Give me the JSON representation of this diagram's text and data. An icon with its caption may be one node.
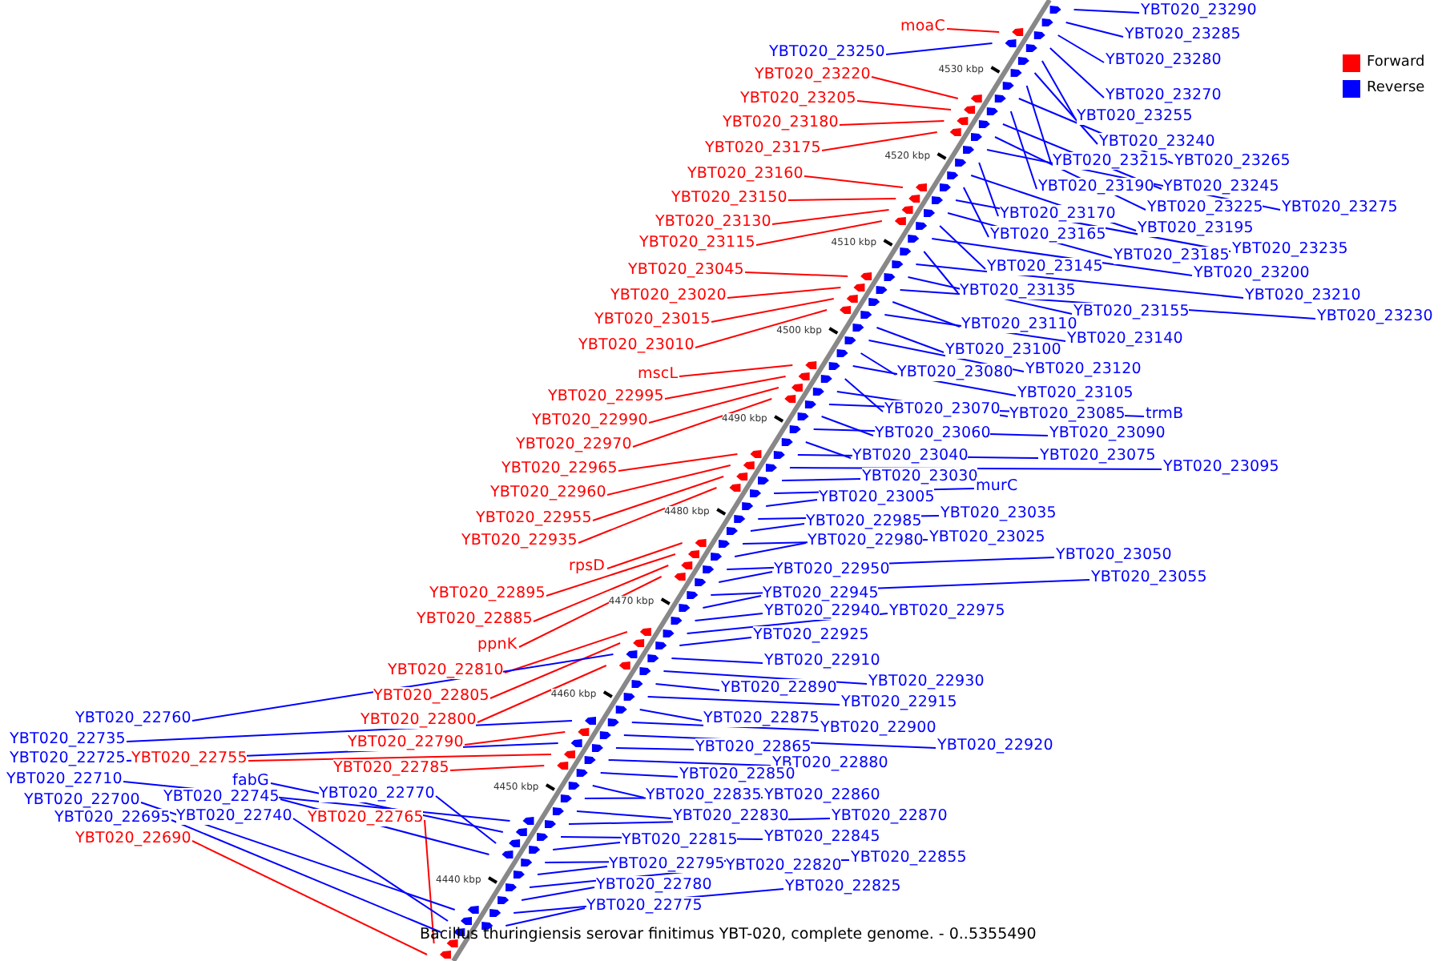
{
  "diagram": {
    "caption": "Bacillus thuringiensis serovar finitimus YBT-020, complete genome. - 0..5355490",
    "nodes": [
      {
        "text": [
          "moaC"
        ]
      },
      {
        "text": [
          "YBT020_23250"
        ]
      },
      {
        "text": [
          "YBT020_23220"
        ]
      },
      {
        "text": [
          "YBT020_23205"
        ]
      },
      {
        "text": [
          "YBT020_23180"
        ]
      },
      {
        "text": [
          "YBT020_23175"
        ]
      },
      {
        "text": [
          "YBT020_23160"
        ]
      },
      {
        "text": [
          "YBT020_23150"
        ]
      },
      {
        "text": [
          "YBT020_23130"
        ]
      },
      {
        "text": [
          "YBT020_23115"
        ]
      },
      {
        "text": [
          "YBT020_23045"
        ]
      },
      {
        "text": [
          "YBT020_23020"
        ]
      },
      {
        "text": [
          "YBT020_23015"
        ]
      },
      {
        "text": [
          "YBT020_23010"
        ]
      },
      {
        "text": [
          "mscL"
        ]
      },
      {
        "text": [
          "YBT020_22995"
        ]
      },
      {
        "text": [
          "YBT020_22990"
        ]
      },
      {
        "text": [
          "YBT020_22970"
        ]
      },
      {
        "text": [
          "YBT020_22965"
        ]
      },
      {
        "text": [
          "YBT020_22960"
        ]
      },
      {
        "text": [
          "YBT020_22955"
        ]
      },
      {
        "text": [
          "YBT020_22935"
        ]
      },
      {
        "text": [
          "rpsD"
        ]
      },
      {
        "text": [
          "YBT020_22895"
        ]
      },
      {
        "text": [
          "YBT020_22885"
        ]
      },
      {
        "text": [
          "ppnK"
        ]
      },
      {
        "text": [
          "YBT020_22810"
        ]
      },
      {
        "text": [
          "YBT020_22805"
        ]
      },
      {
        "text": [
          "YBT020_22800"
        ]
      },
      {
        "text": [
          "YBT020_22790"
        ]
      },
      {
        "text": [
          "YBT020_22785"
        ]
      },
      {
        "text": [
          "YBT020_22765"
        ]
      },
      {
        "text": [
          "YBT020_22770"
        ]
      },
      {
        "text": [
          "YBT020_22760"
        ]
      },
      {
        "text": [
          "YBT020_22735"
        ]
      },
      {
        "text": [
          "YBT020_22725"
        ]
      },
      {
        "text": [
          "YBT020_22755"
        ]
      },
      {
        "text": [
          "YBT020_22710"
        ]
      },
      {
        "text": [
          "fabG"
        ]
      },
      {
        "text": [
          "YBT020_22745"
        ]
      },
      {
        "text": [
          "YBT020_22700"
        ]
      },
      {
        "text": [
          "YBT020_22740"
        ]
      },
      {
        "text": [
          "YBT020_22695"
        ]
      },
      {
        "text": [
          "YBT020_22690"
        ]
      },
      {
        "text": [
          "YBT020_23290"
        ]
      },
      {
        "text": [
          "YBT020_23285"
        ]
      },
      {
        "text": [
          "YBT020_23280"
        ]
      },
      {
        "text": [
          "YBT020_23270"
        ]
      },
      {
        "text": [
          "YBT020_23255"
        ]
      },
      {
        "text": [
          "YBT020_23240"
        ]
      },
      {
        "text": [
          "YBT020_23265"
        ]
      },
      {
        "text": [
          "YBT020_23215"
        ]
      },
      {
        "text": [
          "YBT020_23190"
        ]
      },
      {
        "text": [
          "YBT020_23245"
        ]
      },
      {
        "text": [
          "YBT020_23275"
        ]
      },
      {
        "text": [
          "YBT020_23225"
        ]
      },
      {
        "text": [
          "YBT020_23195"
        ]
      },
      {
        "text": [
          "YBT020_23170"
        ]
      },
      {
        "text": [
          "YBT020_23165"
        ]
      },
      {
        "text": [
          "YBT020_23235"
        ]
      },
      {
        "text": [
          "YBT020_23185"
        ]
      },
      {
        "text": [
          "YBT020_23145"
        ]
      },
      {
        "text": [
          "YBT020_23200"
        ]
      },
      {
        "text": [
          "YBT020_23210"
        ]
      },
      {
        "text": [
          "YBT020_23135"
        ]
      },
      {
        "text": [
          "YBT020_23155"
        ]
      },
      {
        "text": [
          "YBT020_23230"
        ]
      },
      {
        "text": [
          "YBT020_23110"
        ]
      },
      {
        "text": [
          "YBT020_23140"
        ]
      },
      {
        "text": [
          "YBT020_23100"
        ]
      },
      {
        "text": [
          "YBT020_23080"
        ]
      },
      {
        "text": [
          "YBT020_23120"
        ]
      },
      {
        "text": [
          "YBT020_23105"
        ]
      },
      {
        "text": [
          "YBT020_23070"
        ]
      },
      {
        "text": [
          "YBT020_23085"
        ]
      },
      {
        "text": [
          "trmB"
        ]
      },
      {
        "text": [
          "YBT020_23090"
        ]
      },
      {
        "text": [
          "YBT020_23060"
        ]
      },
      {
        "text": [
          "YBT020_23075"
        ]
      },
      {
        "text": [
          "YBT020_23095"
        ]
      },
      {
        "text": [
          "YBT020_23040"
        ]
      },
      {
        "text": [
          "YBT020_23030"
        ]
      },
      {
        "text": [
          "murC"
        ]
      },
      {
        "text": [
          "YBT020_23005"
        ]
      },
      {
        "text": [
          "YBT020_23035"
        ]
      },
      {
        "text": [
          "YBT020_22985"
        ]
      },
      {
        "text": [
          "YBT020_23025"
        ]
      },
      {
        "text": [
          "YBT020_22980"
        ]
      },
      {
        "text": [
          "YBT020_23050"
        ]
      },
      {
        "text": [
          "YBT020_23055"
        ]
      },
      {
        "text": [
          "YBT020_22950"
        ]
      },
      {
        "text": [
          "YBT020_22945"
        ]
      },
      {
        "text": [
          "YBT020_22940"
        ]
      },
      {
        "text": [
          "YBT020_22975"
        ]
      },
      {
        "text": [
          "YBT020_22925"
        ]
      },
      {
        "text": [
          "YBT020_22910"
        ]
      },
      {
        "text": [
          "YBT020_22930"
        ]
      },
      {
        "text": [
          "YBT020_22890"
        ]
      },
      {
        "text": [
          "YBT020_22915"
        ]
      },
      {
        "text": [
          "YBT020_22875"
        ]
      },
      {
        "text": [
          "YBT020_22900"
        ]
      },
      {
        "text": [
          "YBT020_22920"
        ]
      },
      {
        "text": [
          "YBT020_22865"
        ]
      },
      {
        "text": [
          "YBT020_22880"
        ]
      },
      {
        "text": [
          "YBT020_22850"
        ]
      },
      {
        "text": [
          "YBT020_22860"
        ]
      },
      {
        "text": [
          "YBT020_22835"
        ]
      },
      {
        "text": [
          "YBT020_22830"
        ]
      },
      {
        "text": [
          "YBT020_22870"
        ]
      },
      {
        "text": [
          "YBT020_22845"
        ]
      },
      {
        "text": [
          "YBT020_22815"
        ]
      },
      {
        "text": [
          "YBT020_22855"
        ]
      },
      {
        "text": [
          "YBT020_22795"
        ]
      },
      {
        "text": [
          "YBT020_22820"
        ]
      },
      {
        "text": [
          "YBT020_22780"
        ]
      },
      {
        "text": [
          "YBT020_22825"
        ]
      },
      {
        "text": [
          "YBT020_22775"
        ]
      }
    ],
    "edges": [
      {
        "from": 0,
        "to": null,
        "arrow": "none",
        "color": "#ff0000"
      },
      {
        "from": 1,
        "to": null,
        "arrow": "none"
      },
      {
        "from": 2,
        "to": null,
        "arrow": "none",
        "color": "#ff0000"
      },
      {
        "from": 3,
        "to": null,
        "arrow": "none",
        "color": "#ff0000"
      },
      {
        "from": 4,
        "to": null,
        "arrow": "none",
        "color": "#ff0000"
      },
      {
        "from": 5,
        "to": null,
        "arrow": "none",
        "color": "#ff0000"
      },
      {
        "from": 6,
        "to": null,
        "arrow": "none",
        "color": "#ff0000"
      },
      {
        "from": 7,
        "to": null,
        "arrow": "none",
        "color": "#ff0000"
      },
      {
        "from": 8,
        "to": null,
        "arrow": "none",
        "color": "#ff0000"
      },
      {
        "from": 9,
        "to": null,
        "arrow": "none",
        "color": "#ff0000"
      },
      {
        "from": 10,
        "to": null,
        "arrow": "none",
        "color": "#ff0000"
      },
      {
        "from": 11,
        "to": null,
        "arrow": "none",
        "color": "#ff0000"
      },
      {
        "from": 12,
        "to": null,
        "arrow": "none",
        "color": "#ff0000"
      },
      {
        "from": 13,
        "to": null,
        "arrow": "none",
        "color": "#ff0000"
      },
      {
        "from": 14,
        "to": null,
        "arrow": "none",
        "color": "#ff0000"
      },
      {
        "from": 15,
        "to": null,
        "arrow": "none",
        "color": "#ff0000"
      },
      {
        "from": 16,
        "to": null,
        "arrow": "none",
        "color": "#ff0000"
      },
      {
        "from": 17,
        "to": null,
        "arrow": "none",
        "color": "#ff0000"
      },
      {
        "from": 18,
        "to": null,
        "arrow": "none",
        "color": "#ff0000"
      },
      {
        "from": 19,
        "to": null,
        "arrow": "none",
        "color": "#ff0000"
      },
      {
        "from": 20,
        "to": null,
        "arrow": "none",
        "color": "#ff0000"
      },
      {
        "from": 21,
        "to": null,
        "arrow": "none",
        "color": "#ff0000"
      },
      {
        "from": 22,
        "to": null,
        "arrow": "none",
        "color": "#ff0000"
      },
      {
        "from": 23,
        "to": null,
        "arrow": "none",
        "color": "#ff0000"
      },
      {
        "from": 24,
        "to": null,
        "arrow": "none",
        "color": "#ff0000"
      },
      {
        "from": 25,
        "to": null,
        "arrow": "none",
        "color": "#ff0000"
      },
      {
        "from": 26,
        "to": null,
        "arrow": "none",
        "color": "#ff0000"
      },
      {
        "from": 27,
        "to": null,
        "arrow": "none",
        "color": "#ff0000"
      },
      {
        "from": 28,
        "to": null,
        "arrow": "none",
        "color": "#ff0000"
      },
      {
        "from": 29,
        "to": null,
        "arrow": "none",
        "color": "#ff0000"
      },
      {
        "from": 30,
        "to": null,
        "arrow": "none",
        "color": "#ff0000"
      },
      {
        "from": 31,
        "to": null,
        "arrow": "none",
        "color": "#ff0000"
      },
      {
        "from": 32,
        "to": null,
        "arrow": "none"
      },
      {
        "from": 33,
        "to": null,
        "arrow": "none"
      },
      {
        "from": 34,
        "to": null,
        "arrow": "none"
      },
      {
        "from": 35,
        "to": null,
        "arrow": "none"
      },
      {
        "from": 36,
        "to": null,
        "arrow": "none",
        "color": "#ff0000"
      },
      {
        "from": 37,
        "to": null,
        "arrow": "none"
      },
      {
        "from": 38,
        "to": null,
        "arrow": "none"
      },
      {
        "from": 39,
        "to": null,
        "arrow": "none"
      },
      {
        "from": 40,
        "to": null,
        "arrow": "none"
      },
      {
        "from": 41,
        "to": null,
        "arrow": "none"
      },
      {
        "from": 42,
        "to": null,
        "arrow": "none"
      },
      {
        "from": 43,
        "to": null,
        "arrow": "none",
        "color": "#ff0000"
      },
      {
        "from": 44,
        "to": null,
        "arrow": "none"
      },
      {
        "from": 45,
        "to": null,
        "arrow": "none"
      },
      {
        "from": 46,
        "to": null,
        "arrow": "none"
      },
      {
        "from": 47,
        "to": null,
        "arrow": "none"
      },
      {
        "from": 48,
        "to": null,
        "arrow": "none"
      },
      {
        "from": 49,
        "to": null,
        "arrow": "none"
      },
      {
        "from": 50,
        "to": null,
        "arrow": "none"
      },
      {
        "from": 51,
        "to": null,
        "arrow": "none"
      },
      {
        "from": 52,
        "to": null,
        "arrow": "none"
      },
      {
        "from": 53,
        "to": null,
        "arrow": "none"
      },
      {
        "from": 54,
        "to": null,
        "arrow": "none"
      },
      {
        "from": 55,
        "to": null,
        "arrow": "none"
      },
      {
        "from": 56,
        "to": null,
        "arrow": "none"
      },
      {
        "from": 57,
        "to": null,
        "arrow": "none"
      },
      {
        "from": 58,
        "to": null,
        "arrow": "none"
      },
      {
        "from": 59,
        "to": null,
        "arrow": "none"
      },
      {
        "from": 60,
        "to": null,
        "arrow": "none"
      },
      {
        "from": 61,
        "to": null,
        "arrow": "none"
      },
      {
        "from": 62,
        "to": null,
        "arrow": "none"
      },
      {
        "from": 63,
        "to": null,
        "arrow": "none"
      },
      {
        "from": 64,
        "to": null,
        "arrow": "none"
      },
      {
        "from": 65,
        "to": null,
        "arrow": "none"
      },
      {
        "from": 66,
        "to": null,
        "arrow": "none"
      },
      {
        "from": 67,
        "to": null,
        "arrow": "none"
      },
      {
        "from": 68,
        "to": null,
        "arrow": "none"
      },
      {
        "from": 69,
        "to": null,
        "arrow": "none"
      },
      {
        "from": 70,
        "to": null,
        "arrow": "none"
      },
      {
        "from": 71,
        "to": null,
        "arrow": "none"
      },
      {
        "from": 72,
        "to": null,
        "arrow": "none"
      },
      {
        "from": 73,
        "to": null,
        "arrow": "none"
      },
      {
        "from": 74,
        "to": null,
        "arrow": "none"
      },
      {
        "from": 75,
        "to": null,
        "arrow": "none"
      },
      {
        "from": 76,
        "to": null,
        "arrow": "none"
      },
      {
        "from": 77,
        "to": null,
        "arrow": "none"
      },
      {
        "from": 78,
        "to": null,
        "arrow": "none"
      },
      {
        "from": 79,
        "to": null,
        "arrow": "none"
      },
      {
        "from": 80,
        "to": null,
        "arrow": "none"
      },
      {
        "from": 81,
        "to": null,
        "arrow": "none"
      },
      {
        "from": 82,
        "to": null,
        "arrow": "none"
      },
      {
        "from": 83,
        "to": null,
        "arrow": "none"
      },
      {
        "from": 84,
        "to": null,
        "arrow": "none"
      },
      {
        "from": 85,
        "to": null,
        "arrow": "none"
      },
      {
        "from": 86,
        "to": null,
        "arrow": "none"
      },
      {
        "from": 87,
        "to": null,
        "arrow": "none"
      },
      {
        "from": 88,
        "to": null,
        "arrow": "none"
      },
      {
        "from": 89,
        "to": null,
        "arrow": "none"
      },
      {
        "from": 90,
        "to": null,
        "arrow": "none"
      },
      {
        "from": 91,
        "to": null,
        "arrow": "none"
      },
      {
        "from": 92,
        "to": null,
        "arrow": "none"
      },
      {
        "from": 93,
        "to": null,
        "arrow": "none"
      },
      {
        "from": 94,
        "to": null,
        "arrow": "none"
      },
      {
        "from": 95,
        "to": null,
        "arrow": "none"
      },
      {
        "from": 96,
        "to": null,
        "arrow": "none"
      },
      {
        "from": 97,
        "to": null,
        "arrow": "none"
      },
      {
        "from": 98,
        "to": null,
        "arrow": "none"
      },
      {
        "from": 99,
        "to": null,
        "arrow": "none"
      },
      {
        "from": 100,
        "to": null,
        "arrow": "none"
      },
      {
        "from": 101,
        "to": null,
        "arrow": "none"
      },
      {
        "from": 102,
        "to": null,
        "arrow": "none"
      },
      {
        "from": 103,
        "to": null,
        "arrow": "none"
      },
      {
        "from": 104,
        "to": null,
        "arrow": "none"
      },
      {
        "from": 105,
        "to": null,
        "arrow": "none"
      },
      {
        "from": 106,
        "to": null,
        "arrow": "none"
      },
      {
        "from": 107,
        "to": null,
        "arrow": "none"
      },
      {
        "from": 108,
        "to": null,
        "arrow": "none"
      },
      {
        "from": 109,
        "to": null,
        "arrow": "none"
      },
      {
        "from": 110,
        "to": null,
        "arrow": "none"
      },
      {
        "from": 111,
        "to": null,
        "arrow": "none"
      },
      {
        "from": 112,
        "to": null,
        "arrow": "none"
      },
      {
        "from": 113,
        "to": null,
        "arrow": "none"
      },
      {
        "from": 114,
        "to": null,
        "arrow": "none"
      },
      {
        "from": 115,
        "to": null,
        "arrow": "none"
      },
      {
        "from": 116,
        "to": null,
        "arrow": "none"
      }
    ],
    "labels": [
      "4530 kbp",
      "4520 kbp",
      "4510 kbp",
      "4500 kbp",
      "4490 kbp",
      "4480 kbp",
      "4470 kbp",
      "4460 kbp",
      "4450 kbp",
      "4440 kbp"
    ],
    "legend": [
      {
        "text": "Forward",
        "color": "#ff0000"
      },
      {
        "text": "Reverse",
        "color": "#0000ff"
      }
    ]
  }
}
